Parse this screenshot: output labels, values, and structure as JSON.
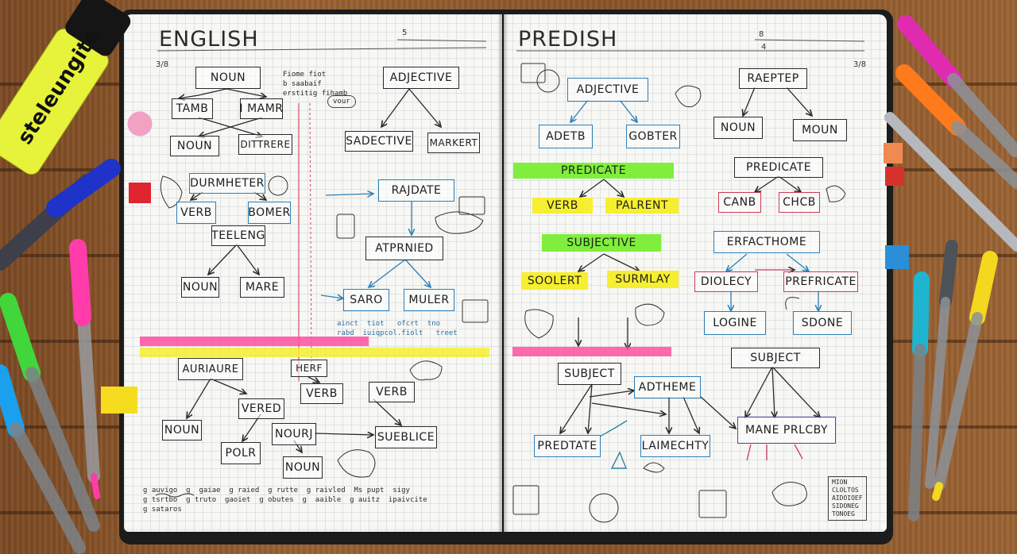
{
  "left_page": {
    "title": "ENGLISH",
    "page_number": "5",
    "corner_mark": "3/8",
    "top_note": "Fiome fiot\nb saabaif\nerstitig fihamb",
    "bubble_note": "vour",
    "nodes": {
      "noun_top": "NOUN",
      "tamb": "TAMB",
      "mamr": "I MAMR",
      "noun_l": "NOUN",
      "dtitrere": "DITTRERE",
      "adjective": "ADJECTIVE",
      "sadective": "SADECTIVE",
      "markert": "MARKERT",
      "durmheter": "DURMHETER",
      "verb": "VERB",
      "bomer": "BOMER",
      "teeleng": "TEELENG",
      "noun_b": "NOUN",
      "mare": "MARE",
      "radjate": "RAJDATE",
      "atprnied": "ATPRNIED",
      "saro": "SARO",
      "muler": "MULER",
      "auriaure": "AURIAURE",
      "herf": "HERF",
      "verb_m": "VERB",
      "verb_r": "VERB",
      "vered": "VERED",
      "noun_ll": "NOUN",
      "nourj": "NOURJ",
      "sueblice": "SUEBLICE",
      "polr": "POLR",
      "noun_bot": "NOUN"
    },
    "blue_note": "ainct  tiot   ofcrt  tno\nrabd  iuiqpcol.fiolt   treet",
    "bottom_notes": "g auvigo  g  gaiae  g raied  g rutte  g raivled  Ms pupt  sigy\ng tsrtbo  g truto  gaoiet  g obutes  g  aaible  g auitz  ipaivcite\ng sataros"
  },
  "right_page": {
    "title": "PREDISH",
    "page_number": "8",
    "page_number_2": "4",
    "corner_mark": "3/8",
    "nodes": {
      "adjective": "ADJECTIVE",
      "adetb": "ADETB",
      "gobter": "GOBTER",
      "raeptep": "RAEPTEP",
      "noun": "NOUN",
      "moun": "MOUN",
      "predicate_hl": "PREDICATE",
      "verb_hl": "VERB",
      "palrent_hl": "PALRENT",
      "predicate_box": "PREDICATE",
      "canb": "CANB",
      "chcb": "CHCB",
      "erfacthome": "ERFACTHOME",
      "subjective_hl": "SUBJECTIVE",
      "soolert_hl": "SOOLERT",
      "surmlay_hl": "SURMLAY",
      "diolecy": "DIOLECY",
      "prefricate": "PREFRICATE",
      "logine": "LOGINE",
      "sdone": "SDONE",
      "subject_l": "SUBJECT",
      "adtheme": "ADTHEME",
      "subject_r": "SUBJECT",
      "predtate": "PREDTATE",
      "laimecty": "LAIMECHTY",
      "mane_prlcby": "MANE PRLCBY"
    },
    "corner_note": "MION\nCLOLTOS\nAIDOIOEF\nSIDONEG\nTONOEG"
  },
  "highlighter": {
    "label": "steleungite"
  },
  "colors": {
    "pink": "#ff3d98",
    "yellow": "#f4ee2e",
    "green": "#7df03a",
    "blue_ink": "#2d7fb8",
    "red_ink": "#cc3b55"
  }
}
